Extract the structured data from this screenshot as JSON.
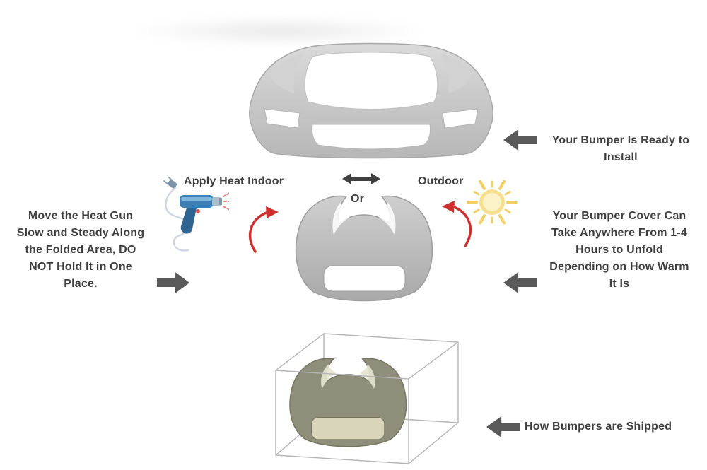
{
  "colors": {
    "text": "#3e3e3e",
    "block_arrow": "#5a5a5a",
    "red_arrow": "#ce2f2f",
    "double_arrow": "#3f3f3f",
    "bumper_gray": "#c4c4c4",
    "boxed_bumper_olive": "#8e8e7b",
    "boxed_bumper_inner": "#d9d5ba",
    "sun_yellow": "#f2cf63",
    "heat_gun_blue": "#3d7fb2"
  },
  "labels": {
    "ready_to_install": "Your Bumper Is Ready to\nInstall",
    "apply_heat_indoor": "Apply Heat Indoor",
    "or": "Or",
    "outdoor": "Outdoor",
    "heat_gun_instructions": "Move the Heat Gun\nSlow and Steady Along\nthe Folded Area, DO\nNOT Hold It in One\nPlace.",
    "unfold_time": "Your Bumper Cover Can\nTake Anywhere From 1-4\nHours to Unfold\nDepending on How Warm\nIt Is",
    "shipped": "How Bumpers are Shipped"
  },
  "icons": {
    "heat_gun": "heat-gun-icon",
    "sun": "sun-icon",
    "double_arrow": "left-right-arrow-icon",
    "red_arrow_left": "curved-arrow-icon",
    "red_arrow_right": "curved-arrow-icon",
    "block_arrow": "block-arrow-icon"
  }
}
